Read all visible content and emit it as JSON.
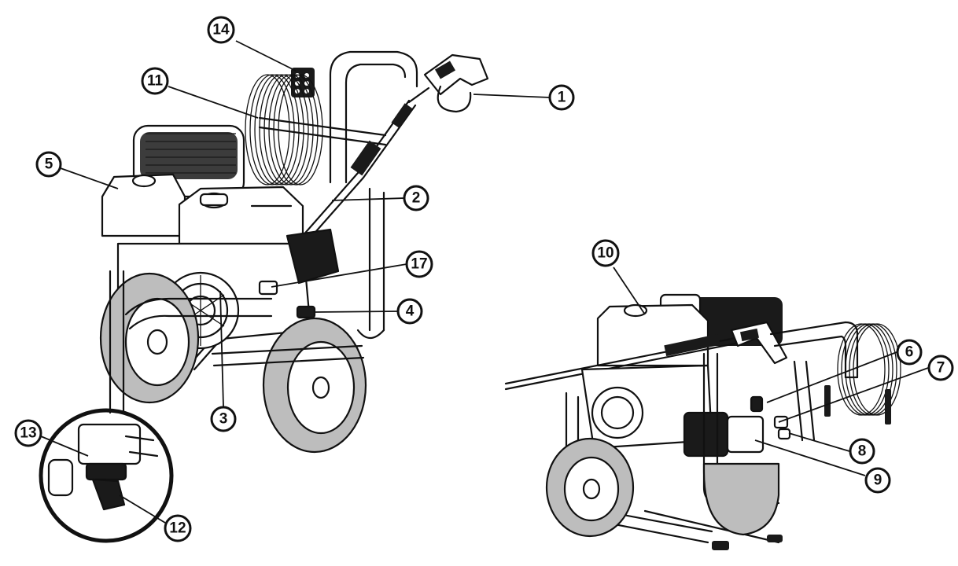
{
  "callouts": {
    "c1": "1",
    "c2": "2",
    "c3": "3",
    "c4": "4",
    "c5": "5",
    "c6": "6",
    "c7": "7",
    "c8": "8",
    "c9": "9",
    "c10": "10",
    "c11": "11",
    "c12": "12",
    "c13": "13",
    "c14": "14",
    "c17": "17"
  },
  "colors": {
    "ink": "#111111",
    "background": "#ffffff"
  }
}
